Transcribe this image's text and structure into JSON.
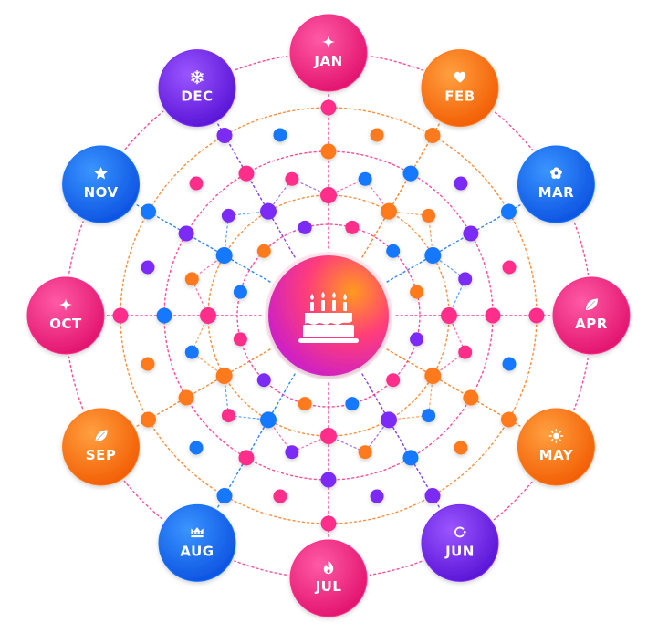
{
  "diagram": {
    "center_icon": "birthday-cake-icon",
    "months": [
      {
        "label": "JAN",
        "icon": "sparkle-icon",
        "color": "pink"
      },
      {
        "label": "FEB",
        "icon": "heart-icon",
        "color": "orange"
      },
      {
        "label": "MAR",
        "icon": "flower-icon",
        "color": "blue"
      },
      {
        "label": "APR",
        "icon": "leaf-icon",
        "color": "pink"
      },
      {
        "label": "MAY",
        "icon": "sun-icon",
        "color": "orange"
      },
      {
        "label": "JUN",
        "icon": "moon-icon",
        "color": "purple"
      },
      {
        "label": "JUL",
        "icon": "flame-icon",
        "color": "pink"
      },
      {
        "label": "AUG",
        "icon": "crown-icon",
        "color": "blue"
      },
      {
        "label": "SEP",
        "icon": "leaf-icon",
        "color": "orange"
      },
      {
        "label": "OCT",
        "icon": "sparkle-icon",
        "color": "pink"
      },
      {
        "label": "NOV",
        "icon": "star-icon",
        "color": "blue"
      },
      {
        "label": "DEC",
        "icon": "snowflake-icon",
        "color": "purple"
      }
    ],
    "palette": {
      "pink": "#ff2d8a",
      "pink_dark": "#e8106c",
      "orange": "#ff7a1a",
      "orange_dark": "#f25d00",
      "blue": "#1677ff",
      "blue_dark": "#0a4fe0",
      "purple": "#7b2cf5",
      "purple_dark": "#5a16d8"
    }
  }
}
